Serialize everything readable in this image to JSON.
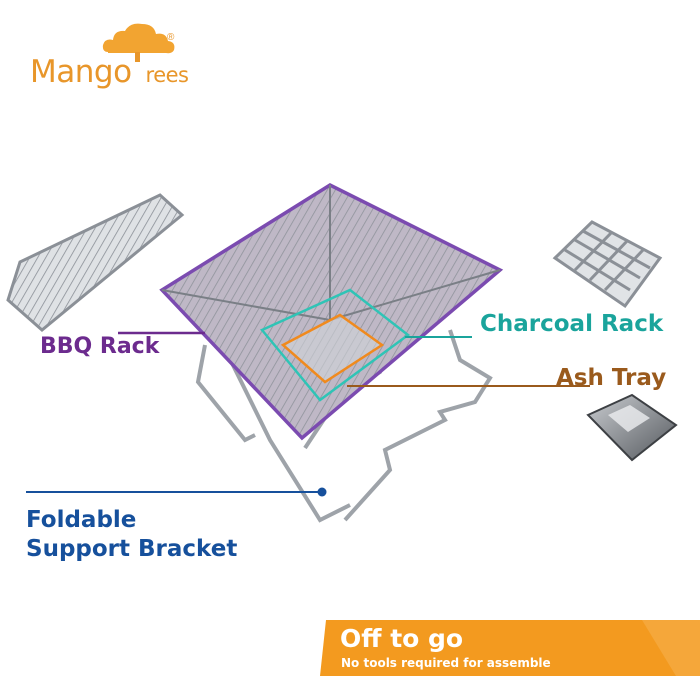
{
  "brand": {
    "name_part1": "Mango",
    "name_part2": "rees",
    "registered_mark": "®",
    "color": "#e8962a"
  },
  "labels": {
    "bbq_rack": "BBQ Rack",
    "charcoal_rack": "Charcoal Rack",
    "ash_tray": "Ash Tray",
    "foldable_line1": "Foldable",
    "foldable_line2": "Support Bracket"
  },
  "banner": {
    "title": "Off to go",
    "subtitle": "No tools required for assemble",
    "color": "#f39a1f"
  },
  "colors": {
    "bbq_rack": "#6c2b8e",
    "charcoal_rack": "#1aa49c",
    "ash_tray": "#9a5a1c",
    "support_bracket": "#16509c"
  }
}
